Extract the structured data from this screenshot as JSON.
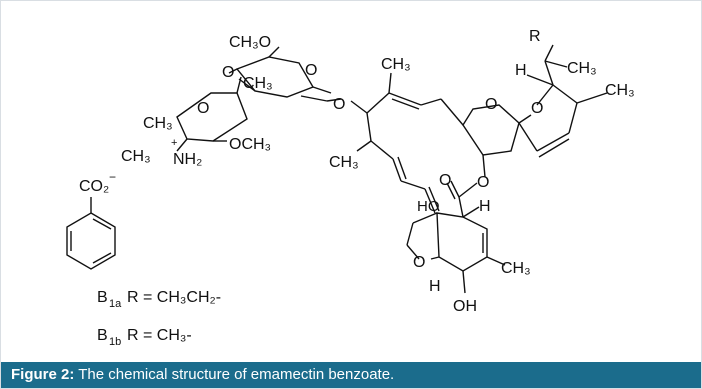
{
  "figure": {
    "caption_label": "Figure 2:",
    "caption_text": " The chemical structure of emamectin benzoate."
  },
  "labels": {
    "ch3o_top": "CH₃O",
    "ch3_sugar2": "CH₃",
    "ch3_sugar1": "CH₃",
    "ch3_amine": "CH₃",
    "nh2": "NH₂",
    "plus": "+",
    "och3": "OCH₃",
    "o_ring_top1": "O",
    "o_ring_top2": "O",
    "o_link1": "O",
    "o_link2": "O",
    "ch3_diene": "CH₃",
    "ch3_chain": "CH₃",
    "o_pyran": "O",
    "o_furan_spiro": "O",
    "h_spiro": "H",
    "r_group": "R",
    "ch3_side": "CH₃",
    "ch3_ring_right": "CH₃",
    "o_ester": "O",
    "o_carbonyl": "O",
    "ho": "HO",
    "h_upper": "H",
    "o_furan": "O",
    "h_lower": "H",
    "oh": "OH",
    "ch3_lower": "CH₃",
    "co2": "CO₂",
    "co2_charge": "−",
    "b1a_label": "B",
    "b1a_sub": "1a",
    "b1a_eq": "R = CH₃CH₂-",
    "b1b_label": "B",
    "b1b_sub": "1b",
    "b1b_eq": "R = CH₃-"
  }
}
